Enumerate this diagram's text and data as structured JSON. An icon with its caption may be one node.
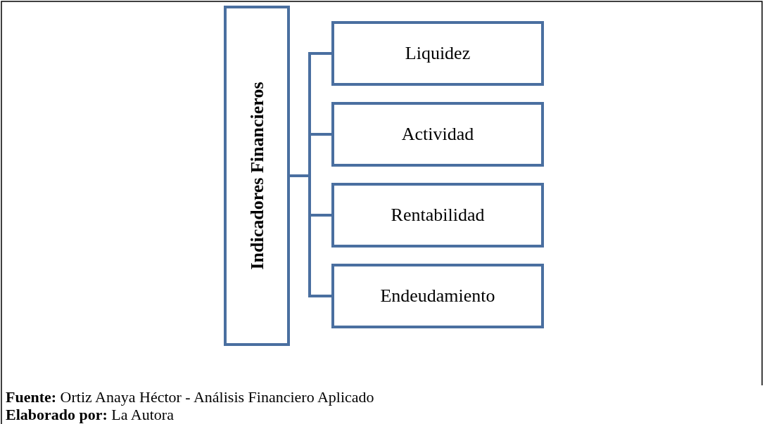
{
  "diagram": {
    "nodes": [
      {
        "text": [
          "Indicadores Financieros"
        ]
      },
      {
        "text": [
          "Liquidez"
        ]
      },
      {
        "text": [
          "Actividad"
        ]
      },
      {
        "text": [
          "Rentabilidad"
        ]
      },
      {
        "text": [
          "Endeudamiento"
        ]
      }
    ],
    "edges": [
      {
        "from": 0,
        "to": 1,
        "arrow": "none"
      },
      {
        "from": 0,
        "to": 2,
        "arrow": "none"
      },
      {
        "from": 0,
        "to": 3,
        "arrow": "none"
      },
      {
        "from": 0,
        "to": 4,
        "arrow": "none"
      }
    ],
    "labels": [
      "**Fuente:** Ortiz Anaya Héctor - Análisis Financiero Aplicado",
      "**Elaborado por:** La Autora"
    ]
  }
}
